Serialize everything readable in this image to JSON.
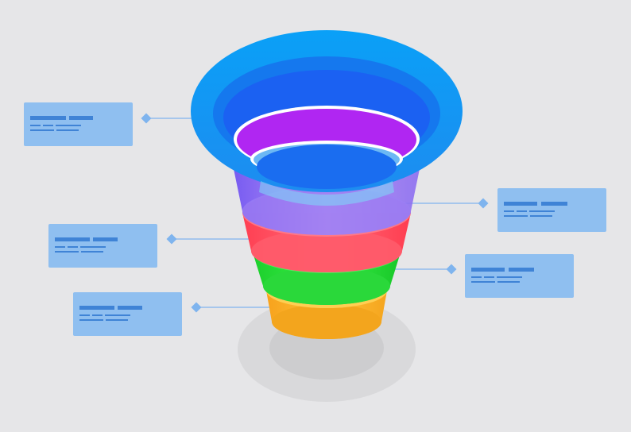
{
  "diagram": {
    "type": "funnel",
    "background": "#e6e6e8",
    "connector_color": "#7fb4ee",
    "card_color": "#8fbff0",
    "placeholder_color": "#3f83d6",
    "layers": [
      {
        "level": 1,
        "color": "#0a8cf2",
        "card_side": "left"
      },
      {
        "level": 2,
        "color": "#a23ef5",
        "card_side": "right"
      },
      {
        "level": 3,
        "color": "#ff4a5a",
        "card_side": "left"
      },
      {
        "level": 4,
        "color": "#22dd33",
        "card_side": "right"
      },
      {
        "level": 5,
        "color": "#ffb728",
        "card_side": "left"
      }
    ]
  }
}
